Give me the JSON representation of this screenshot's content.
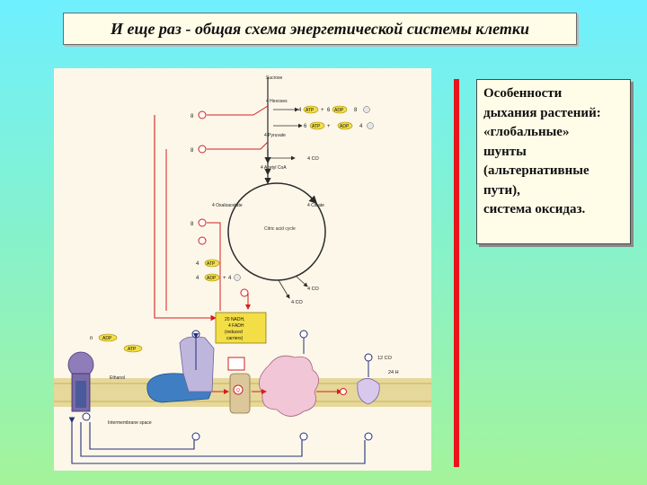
{
  "slide": {
    "title": "И еще раз - общая схема энергетической системы клетки",
    "colors": {
      "background_top": "#6ff0ff",
      "background_bottom": "#a4f39a",
      "accent_bar": "#e8141a",
      "box": "#fffde8"
    }
  },
  "figure": {
    "labels": {
      "sucrose": "Sucrose",
      "hexoses": "4 Hexoses",
      "atp": "ATP",
      "adp": "ADP",
      "four": "4",
      "six": "6",
      "eight": "8",
      "n": "n",
      "plus": "+",
      "pyruvate": "4 Pyruvate",
      "co2_4": "4 CO",
      "acetyl": "4 Acetyl CoA",
      "citrate": "4 Citrate",
      "oxaloacetate": "4 Oxaloacetate",
      "cycle": "Citric acid cycle",
      "co2_1a": "4 CO",
      "co2_1b": "4 CO",
      "nadh_box": [
        "20 NADH,",
        "4 FADH",
        "(reduced",
        "carriers)"
      ],
      "ethanol": "Ethanol",
      "intermembrane": "Intermembrane space",
      "co2_12": "12 CO",
      "h2o": "24 H",
      "ubiquinone": "Q"
    }
  },
  "note": {
    "lines": [
      "Особенности",
      "дыхания растений:",
      "«глобальные»",
      "шунты",
      "(альтернативные",
      "пути),",
      "система оксидаз."
    ]
  }
}
